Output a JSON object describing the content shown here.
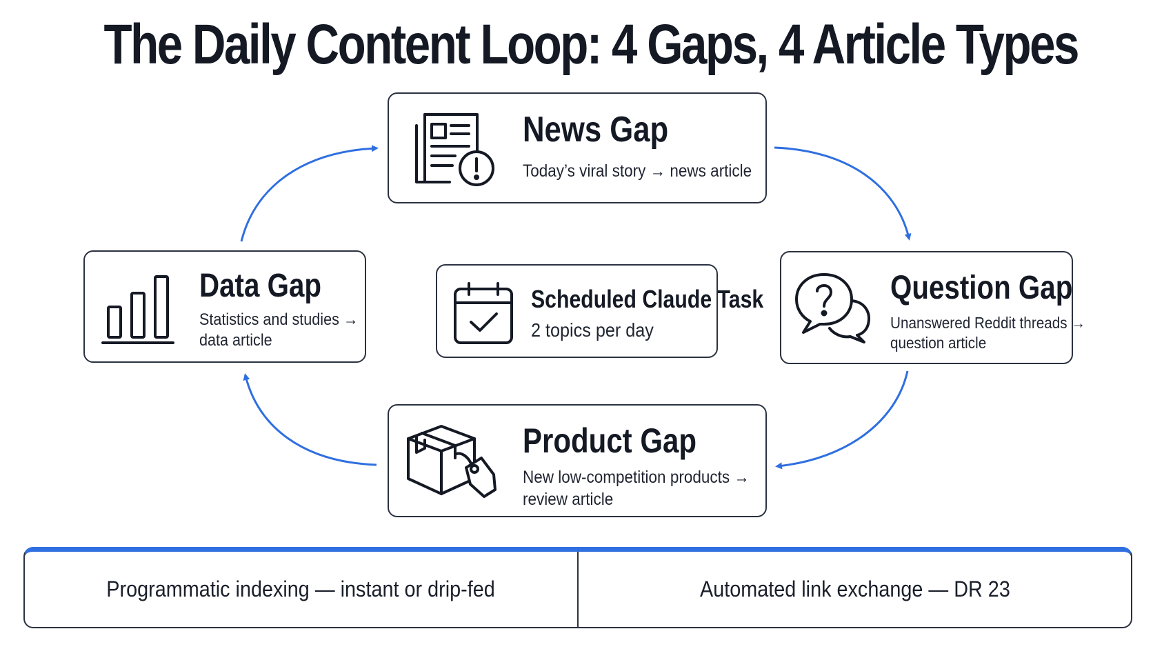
{
  "title": "The Daily Content Loop: 4 Gaps, 4 Article Types",
  "accent_color": "#2f6fe0",
  "center": {
    "title": "Scheduled Claude Task",
    "subtitle": "2 topics per day",
    "icon": "calendar-check-icon"
  },
  "gaps": {
    "news": {
      "title": "News Gap",
      "description": "Today’s viral story → news article",
      "icon": "newspaper-alert-icon"
    },
    "question": {
      "title": "Question Gap",
      "description_line1": "Unanswered Reddit threads →",
      "description_line2": "question article",
      "icon": "speech-bubbles-question-icon"
    },
    "product": {
      "title": "Product Gap",
      "description_line1": "New low-competition products →",
      "description_line2": "review article",
      "icon": "box-tag-icon"
    },
    "data": {
      "title": "Data Gap",
      "description_line1": "Statistics and studies →",
      "description_line2": "data article",
      "icon": "bar-chart-icon"
    }
  },
  "footer": {
    "left": "Programmatic indexing — instant or drip-fed",
    "right": "Automated link exchange — DR 23"
  }
}
